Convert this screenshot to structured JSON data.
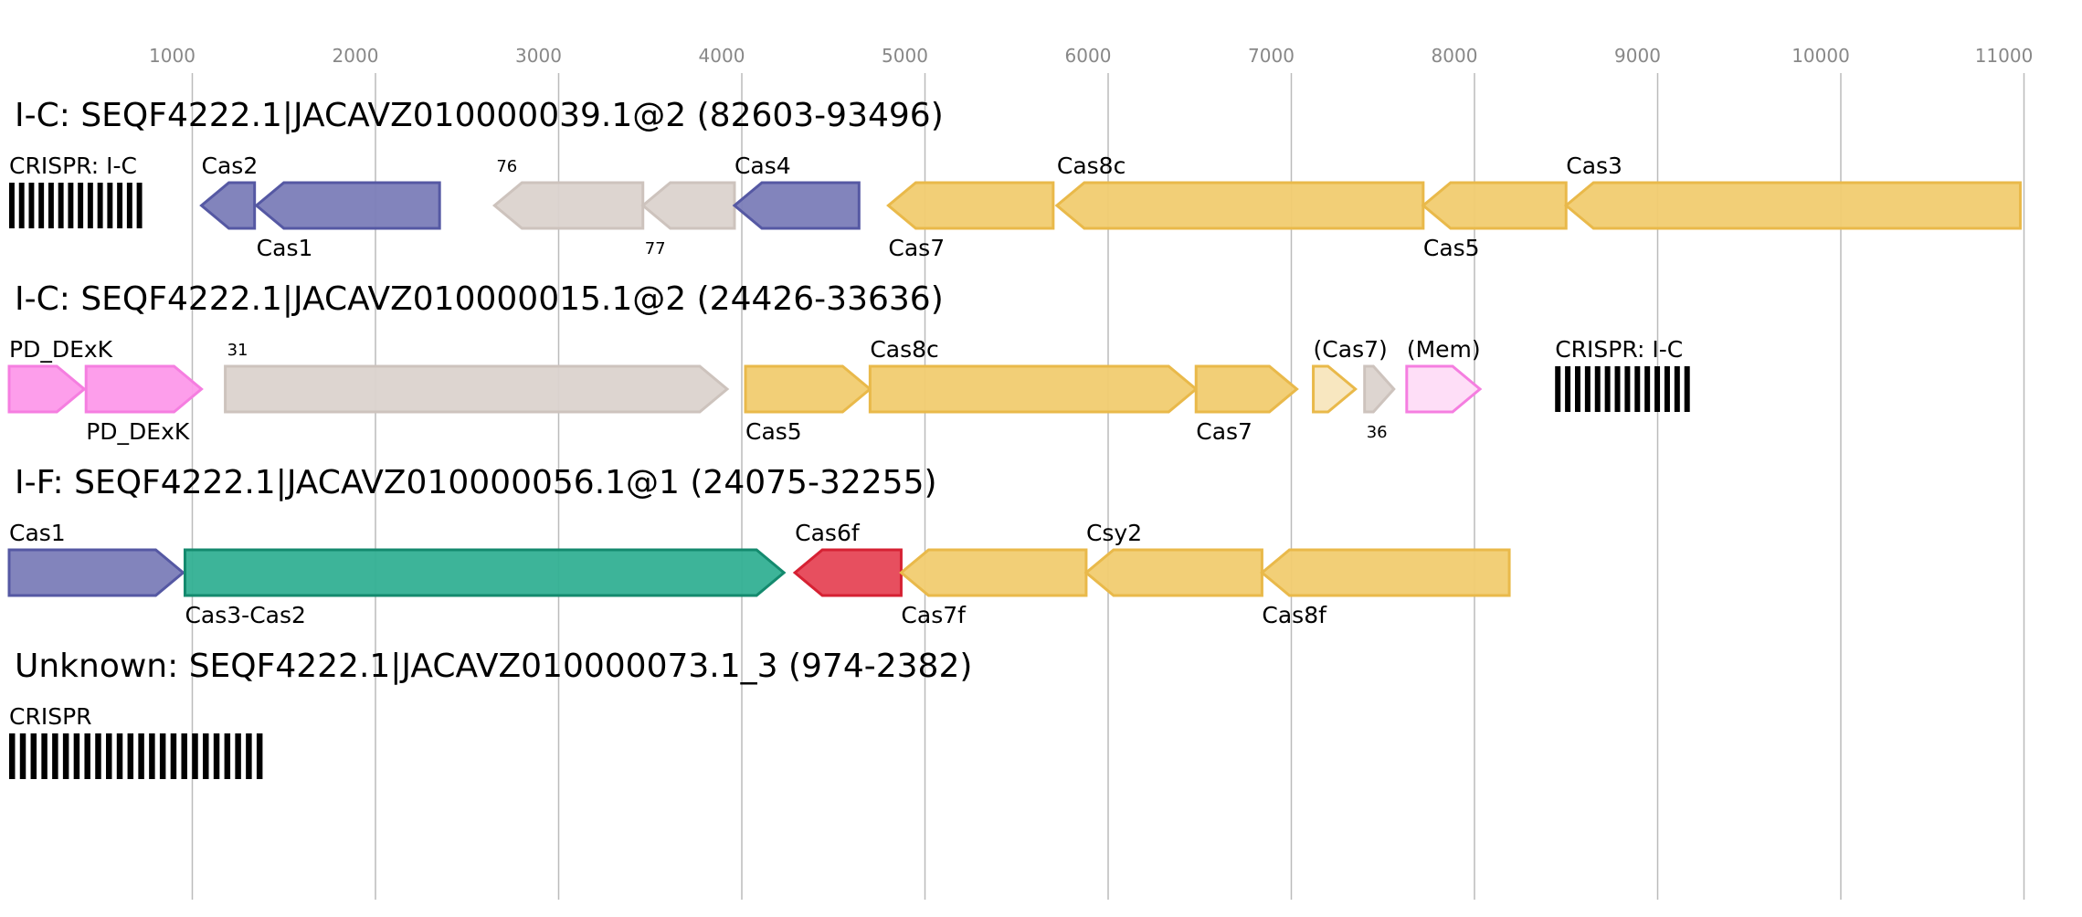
{
  "axis": {
    "ticks": [
      1000,
      2000,
      3000,
      4000,
      5000,
      6000,
      7000,
      8000,
      9000,
      10000,
      11000
    ],
    "tick_labels": [
      "1000",
      "2000",
      "3000",
      "4000",
      "5000",
      "6000",
      "7000",
      "8000",
      "9000",
      "10000",
      "11000"
    ]
  },
  "colors": {
    "cas_core_blue": "#7b7db8",
    "cas_core_blue_stroke": "#5558a3",
    "cas_yellow": "#f1cc70",
    "cas_yellow_stroke": "#e9b94a",
    "cas_yellow_light": "#f8e6bd",
    "unknown_grey": "#dbd3ce",
    "unknown_grey_stroke": "#cdc3bd",
    "pd_dexk_pink": "#fd99ea",
    "pd_dexk_pink_stroke": "#f57ee0",
    "mem_pink_light": "#fedcf7",
    "cas3_cas2_green": "#33b093",
    "cas3_cas2_green_stroke": "#148a6e",
    "cas6f_red": "#e64656",
    "cas6f_red_stroke": "#d62133",
    "crispr_black": "#000000",
    "grid": "#bbbbbb",
    "tick_text": "#888888"
  },
  "loci": [
    {
      "title": "I-C: SEQF4222.1|JACAVZ010000039.1@2 (82603-93496)",
      "features": [
        {
          "type": "crispr",
          "label": "CRISPR: I-C",
          "label_pos": "above",
          "start": 0,
          "end": 750,
          "repeats": 14
        },
        {
          "type": "gene",
          "label": "Cas2",
          "label_pos": "above",
          "start": 1050,
          "end": 1340,
          "strand": "-",
          "color": "cas_core_blue"
        },
        {
          "type": "gene",
          "label": "Cas1",
          "label_pos": "below",
          "start": 1350,
          "end": 2350,
          "strand": "-",
          "color": "cas_core_blue"
        },
        {
          "type": "gene",
          "label": "76",
          "label_pos": "above",
          "small": true,
          "start": 2650,
          "end": 3460,
          "strand": "-",
          "color": "unknown_grey"
        },
        {
          "type": "gene",
          "label": "77",
          "label_pos": "below",
          "small": true,
          "start": 3460,
          "end": 3960,
          "strand": "-",
          "color": "unknown_grey"
        },
        {
          "type": "gene",
          "label": "Cas4",
          "label_pos": "above",
          "start": 3960,
          "end": 4640,
          "strand": "-",
          "color": "cas_core_blue"
        },
        {
          "type": "gene",
          "label": "Cas7",
          "label_pos": "below",
          "start": 4800,
          "end": 5700,
          "strand": "-",
          "color": "cas_yellow"
        },
        {
          "type": "gene",
          "label": "Cas8c",
          "label_pos": "above",
          "start": 5720,
          "end": 7720,
          "strand": "-",
          "color": "cas_yellow"
        },
        {
          "type": "gene",
          "label": "Cas5",
          "label_pos": "below",
          "start": 7720,
          "end": 8500,
          "strand": "-",
          "color": "cas_yellow"
        },
        {
          "type": "gene",
          "label": "Cas3",
          "label_pos": "above",
          "start": 8500,
          "end": 10980,
          "strand": "-",
          "color": "cas_yellow"
        }
      ]
    },
    {
      "title": "I-C: SEQF4222.1|JACAVZ010000015.1@2 (24426-33636)",
      "features": [
        {
          "type": "gene",
          "label": "PD_DExK",
          "label_pos": "above",
          "start": 0,
          "end": 410,
          "strand": "+",
          "color": "pd_dexk_pink"
        },
        {
          "type": "gene",
          "label": "PD_DExK",
          "label_pos": "below",
          "start": 420,
          "end": 1050,
          "strand": "+",
          "color": "pd_dexk_pink"
        },
        {
          "type": "gene",
          "label": "31",
          "label_pos": "above",
          "small": true,
          "start": 1180,
          "end": 3920,
          "strand": "+",
          "color": "unknown_grey"
        },
        {
          "type": "gene",
          "label": "Cas5",
          "label_pos": "below",
          "start": 4020,
          "end": 4700,
          "strand": "+",
          "color": "cas_yellow"
        },
        {
          "type": "gene",
          "label": "Cas8c",
          "label_pos": "above",
          "start": 4700,
          "end": 6480,
          "strand": "+",
          "color": "cas_yellow"
        },
        {
          "type": "gene",
          "label": "Cas7",
          "label_pos": "below",
          "start": 6480,
          "end": 7030,
          "strand": "+",
          "color": "cas_yellow"
        },
        {
          "type": "gene",
          "label": "(Cas7)",
          "label_pos": "above",
          "start": 7120,
          "end": 7350,
          "strand": "+",
          "color": "cas_yellow_light"
        },
        {
          "type": "gene",
          "label": "36",
          "label_pos": "below",
          "small": true,
          "start": 7400,
          "end": 7560,
          "strand": "+",
          "color": "unknown_grey"
        },
        {
          "type": "gene",
          "label": "(Mem)",
          "label_pos": "above",
          "start": 7630,
          "end": 8030,
          "strand": "+",
          "color": "mem_pink_light"
        },
        {
          "type": "crispr",
          "label": "CRISPR: I-C",
          "label_pos": "above",
          "start": 8440,
          "end": 9200,
          "repeats": 14
        }
      ]
    },
    {
      "title": "I-F: SEQF4222.1|JACAVZ010000056.1@1 (24075-32255)",
      "features": [
        {
          "type": "gene",
          "label": "Cas1",
          "label_pos": "above",
          "start": 0,
          "end": 950,
          "strand": "+",
          "color": "cas_core_blue"
        },
        {
          "type": "gene",
          "label": "Cas3-Cas2",
          "label_pos": "below",
          "start": 960,
          "end": 4230,
          "strand": "+",
          "color": "cas3_cas2_green"
        },
        {
          "type": "gene",
          "label": "Cas6f",
          "label_pos": "above",
          "start": 4290,
          "end": 4870,
          "strand": "-",
          "color": "cas6f_red"
        },
        {
          "type": "gene",
          "label": "Cas7f",
          "label_pos": "below",
          "start": 4870,
          "end": 5880,
          "strand": "-",
          "color": "cas_yellow"
        },
        {
          "type": "gene",
          "label": "Csy2",
          "label_pos": "above",
          "start": 5880,
          "end": 6840,
          "strand": "-",
          "color": "cas_yellow"
        },
        {
          "type": "gene",
          "label": "Cas8f",
          "label_pos": "below",
          "start": 6840,
          "end": 8190,
          "strand": "-",
          "color": "cas_yellow"
        }
      ]
    },
    {
      "title": "Unknown: SEQF4222.1|JACAVZ010000073.1_3 (974-2382)",
      "features": [
        {
          "type": "crispr",
          "label": "CRISPR",
          "label_pos": "above",
          "start": 0,
          "end": 1410,
          "repeats": 24
        }
      ]
    }
  ]
}
